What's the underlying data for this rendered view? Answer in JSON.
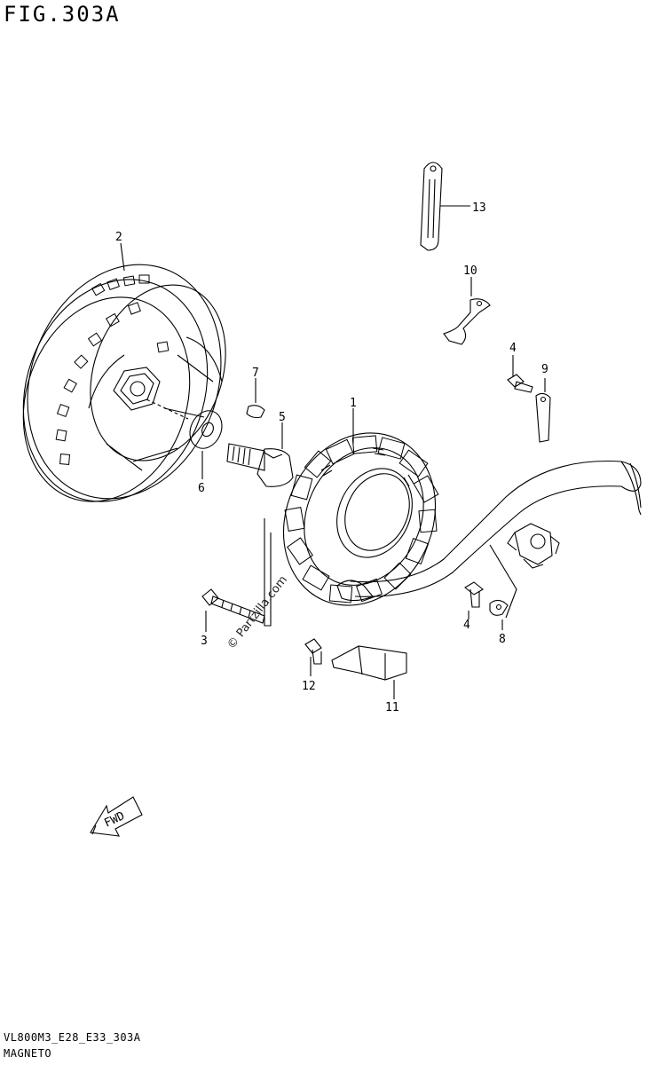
{
  "figure": {
    "title": "FIG.303A"
  },
  "callouts": {
    "c1": "1",
    "c2": "2",
    "c3": "3",
    "c4a": "4",
    "c4b": "4",
    "c5": "5",
    "c6": "6",
    "c7": "7",
    "c8": "8",
    "c9": "9",
    "c10": "10",
    "c11": "11",
    "c12": "12",
    "c13": "13"
  },
  "fwd_label": "FWD",
  "watermark": "© Partzilla.com",
  "footer": {
    "code": "VL800M3_E28_E33_303A",
    "name": "MAGNETO"
  }
}
